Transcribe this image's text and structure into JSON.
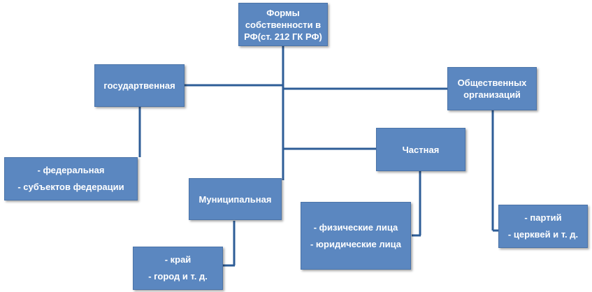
{
  "colors": {
    "box_fill": "#5b87c0",
    "box_border": "#4a73a8",
    "connector": "#2e5d97",
    "text": "#ffffff"
  },
  "root": {
    "lines": [
      "Формы",
      "собственности в",
      "РФ(ст. 212 ГК РФ)"
    ]
  },
  "state": {
    "label": "государтвенная",
    "children": [
      "- федеральная",
      "- субъектов федерации"
    ]
  },
  "municipal": {
    "label": "Муниципальная",
    "children": [
      "- край",
      "- город  и т. д."
    ]
  },
  "private": {
    "label": "Частная",
    "children": [
      "- физические лица",
      "- юридические лица"
    ]
  },
  "public_orgs": {
    "lines": [
      "Общественных",
      "организаций"
    ],
    "children": [
      "- партий",
      "- церквей и т. д."
    ]
  }
}
